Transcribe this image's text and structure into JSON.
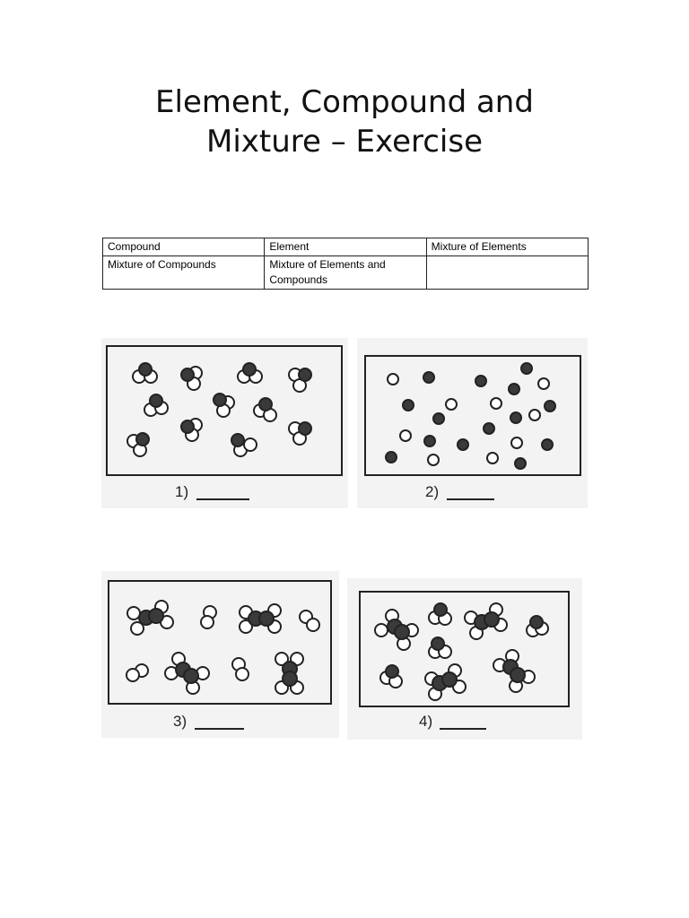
{
  "title": {
    "line1": "Element, Compound and",
    "line2": "Mixture – Exercise"
  },
  "answer_key_table": {
    "rows": [
      [
        "Compound",
        "Element",
        "Mixture of Elements"
      ],
      [
        "Mixture of Compounds",
        "Mixture of Elements and Compounds",
        ""
      ]
    ]
  },
  "diagrams": [
    {
      "label": "1)",
      "blank": "______",
      "description": "Identical molecules of one dark atom bonded to two white atoms"
    },
    {
      "label": "2)",
      "blank": "______",
      "description": "Separate single dark atoms and single white atoms"
    },
    {
      "label": "3)",
      "blank": "______",
      "description": "Molecules of two dark + four white atoms mixed with two-white-atom molecules"
    },
    {
      "label": "4)",
      "blank": "______",
      "description": "Molecules of two dark + four white atoms mixed with one dark + two white molecules"
    }
  ],
  "colors": {
    "dark_atom": "#3a3a3a",
    "white_atom": "#ffffff",
    "outline": "#222222",
    "panel_bg": "#f3f3f3"
  }
}
